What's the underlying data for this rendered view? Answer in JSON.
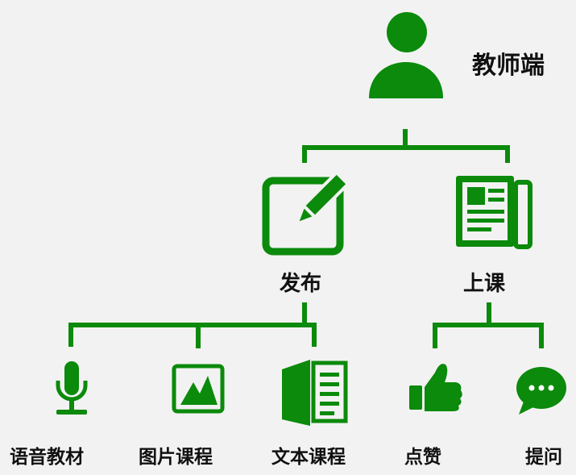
{
  "root": {
    "label": "教师端",
    "icon": "teacher-user-icon"
  },
  "branches": [
    {
      "label": "发布",
      "icon": "edit-pencil-icon"
    },
    {
      "label": "上课",
      "icon": "newspaper-icon"
    }
  ],
  "leaves": [
    {
      "label": "语音教材",
      "icon": "microphone-icon",
      "parent": "发布"
    },
    {
      "label": "图片课程",
      "icon": "image-icon",
      "parent": "发布"
    },
    {
      "label": "文本课程",
      "icon": "document-icon",
      "parent": "发布"
    },
    {
      "label": "点赞",
      "icon": "thumbs-up-icon",
      "parent": "上课"
    },
    {
      "label": "提问",
      "icon": "chat-bubble-icon",
      "parent": "上课"
    }
  ],
  "colors": {
    "accent": "#0b8a0b",
    "background": "#f2f2f2",
    "text": "#111111"
  }
}
